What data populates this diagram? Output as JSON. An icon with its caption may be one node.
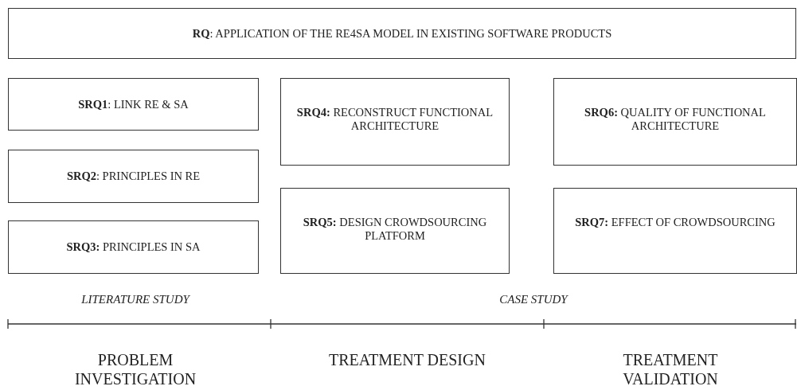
{
  "diagram": {
    "nodes": [
      {
        "text": [
          "**RQ**: APPLICATION OF THE RE4SA MODEL IN EXISTING SOFTWARE PRODUCTS"
        ]
      },
      {
        "text": [
          "**SRQ1**: LINK RE & SA"
        ]
      },
      {
        "text": [
          "**SRQ2**: PRINCIPLES IN RE"
        ]
      },
      {
        "text": [
          "**SRQ3:** PRINCIPLES IN SA"
        ]
      },
      {
        "text": [
          "**SRQ4:** RECONSTRUCT FUNCTIONAL ARCHITECTURE"
        ]
      },
      {
        "text": [
          "**SRQ5:** DESIGN CROWDSOURCING PLATFORM"
        ]
      },
      {
        "text": [
          "**SRQ6:** QUALITY OF FUNCTIONAL ARCHITECTURE"
        ]
      },
      {
        "text": [
          "**SRQ7:** EFFECT OF CROWDSOURCING"
        ]
      }
    ],
    "edges": [],
    "labels": [
      "LITERATURE STUDY",
      "CASE STUDY",
      "PROBLEM INVESTIGATION",
      "TREATMENT DESIGN",
      "TREATMENT VALIDATION"
    ]
  }
}
